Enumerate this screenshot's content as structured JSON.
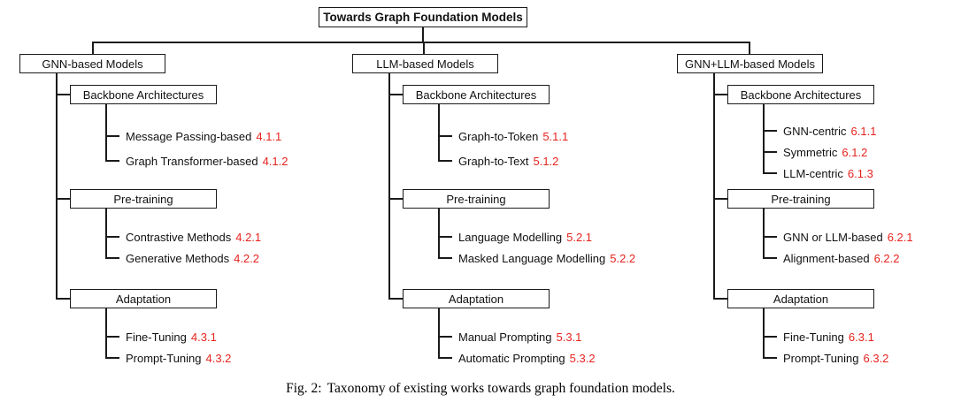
{
  "figure": {
    "root_label": "Towards Graph Foundation Models",
    "caption_prefix": "Fig. 2:",
    "caption_text": "Taxonomy of existing works towards graph foundation models.",
    "accent_red": "#e6231e",
    "line_color": "#1a1a1a"
  },
  "columns": [
    {
      "label": "GNN-based Models",
      "groups": [
        {
          "label": "Backbone Architectures",
          "leaves": [
            {
              "label": "Message Passing-based",
              "section": "4.1.1"
            },
            {
              "label": "Graph Transformer-based",
              "section": "4.1.2"
            }
          ]
        },
        {
          "label": "Pre-training",
          "leaves": [
            {
              "label": "Contrastive Methods",
              "section": "4.2.1"
            },
            {
              "label": "Generative Methods",
              "section": "4.2.2"
            }
          ]
        },
        {
          "label": "Adaptation",
          "leaves": [
            {
              "label": "Fine-Tuning",
              "section": "4.3.1"
            },
            {
              "label": "Prompt-Tuning",
              "section": "4.3.2"
            }
          ]
        }
      ]
    },
    {
      "label": "LLM-based Models",
      "groups": [
        {
          "label": "Backbone Architectures",
          "leaves": [
            {
              "label": "Graph-to-Token",
              "section": "5.1.1"
            },
            {
              "label": "Graph-to-Text",
              "section": "5.1.2"
            }
          ]
        },
        {
          "label": "Pre-training",
          "leaves": [
            {
              "label": "Language Modelling",
              "section": "5.2.1"
            },
            {
              "label": "Masked Language Modelling",
              "section": "5.2.2"
            }
          ]
        },
        {
          "label": "Adaptation",
          "leaves": [
            {
              "label": "Manual Prompting",
              "section": "5.3.1"
            },
            {
              "label": "Automatic Prompting",
              "section": "5.3.2"
            }
          ]
        }
      ]
    },
    {
      "label": "GNN+LLM-based Models",
      "groups": [
        {
          "label": "Backbone Architectures",
          "leaves": [
            {
              "label": "GNN-centric",
              "section": "6.1.1"
            },
            {
              "label": "Symmetric",
              "section": "6.1.2"
            },
            {
              "label": "LLM-centric",
              "section": "6.1.3"
            }
          ]
        },
        {
          "label": "Pre-training",
          "leaves": [
            {
              "label": "GNN or LLM-based",
              "section": "6.2.1"
            },
            {
              "label": "Alignment-based",
              "section": "6.2.2"
            }
          ]
        },
        {
          "label": "Adaptation",
          "leaves": [
            {
              "label": "Fine-Tuning",
              "section": "6.3.1"
            },
            {
              "label": "Prompt-Tuning",
              "section": "6.3.2"
            }
          ]
        }
      ]
    }
  ]
}
